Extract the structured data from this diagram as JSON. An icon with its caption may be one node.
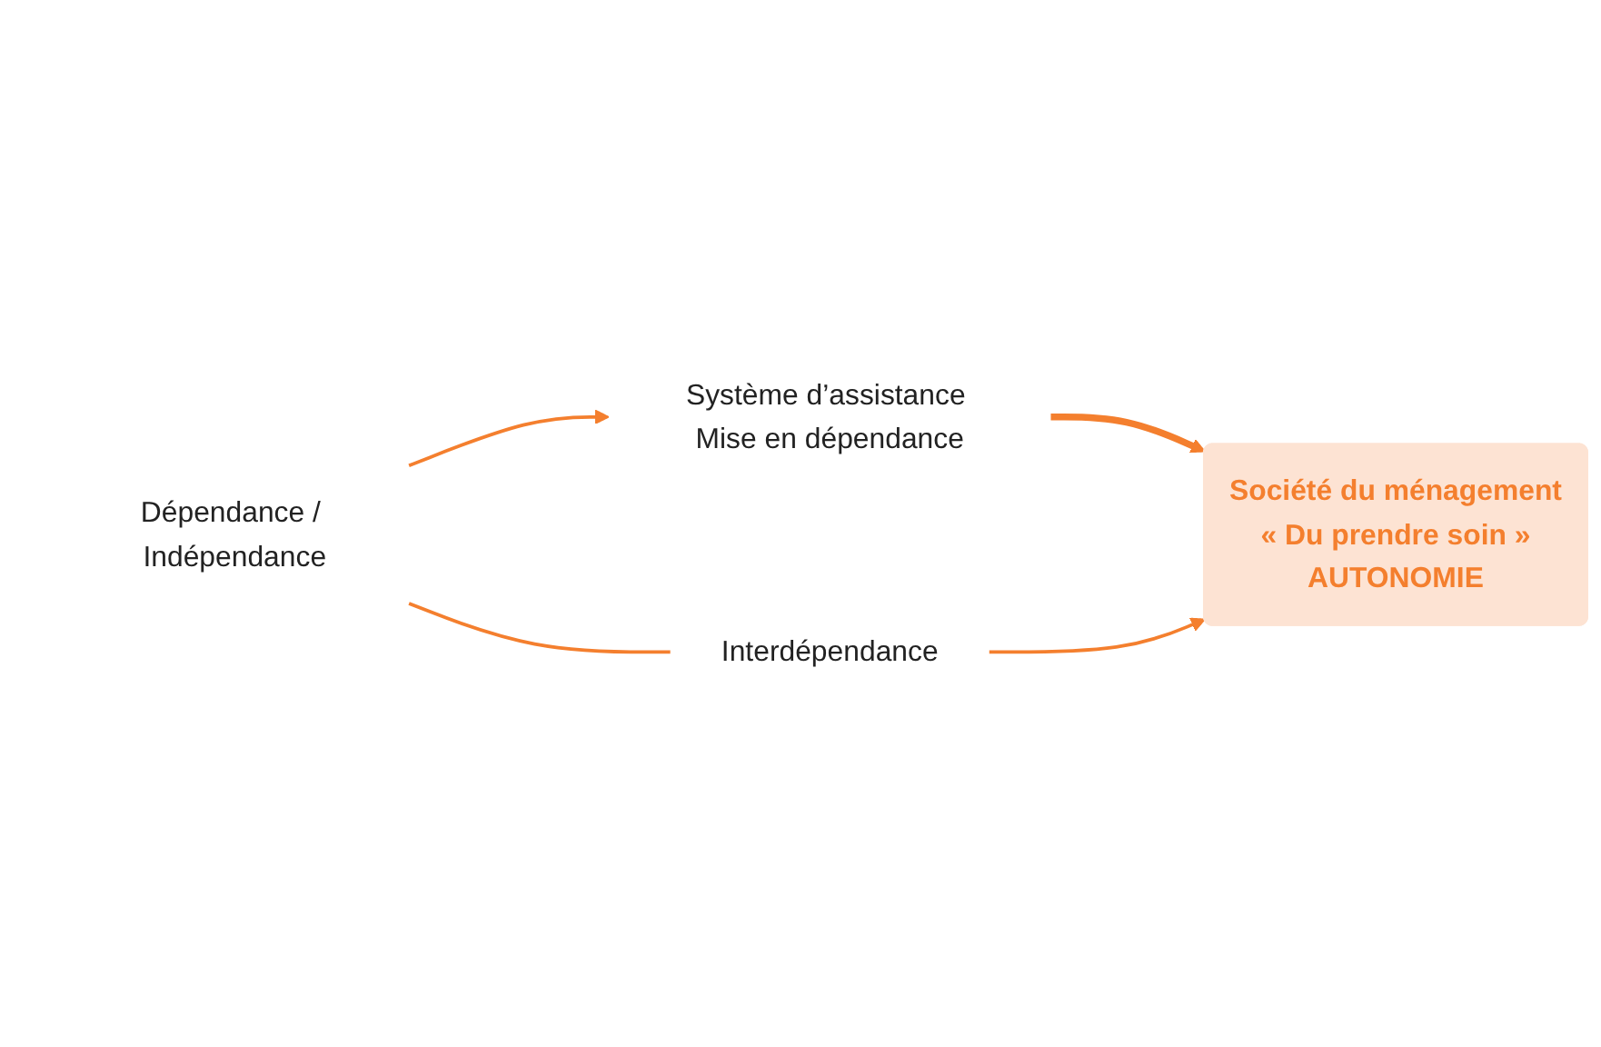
{
  "diagram": {
    "nodes": [
      {
        "text": [
          "Dépendance / Indépendance"
        ]
      },
      {
        "text": [
          "Système d’assistance Mise en dépendance"
        ]
      },
      {
        "text": [
          "Interdépendance"
        ]
      },
      {
        "text": [
          "Société du ménagement",
          "« Du prendre soin »",
          "AUTONOMIE"
        ]
      }
    ],
    "edges": [
      {
        "from": 0,
        "to": 1,
        "arrow": "to"
      },
      {
        "from": 1,
        "to": 3,
        "arrow": "to",
        "style": "thick"
      },
      {
        "from": 0,
        "to": 2,
        "arrow": "none"
      },
      {
        "from": 2,
        "to": 3,
        "arrow": "to"
      }
    ]
  }
}
